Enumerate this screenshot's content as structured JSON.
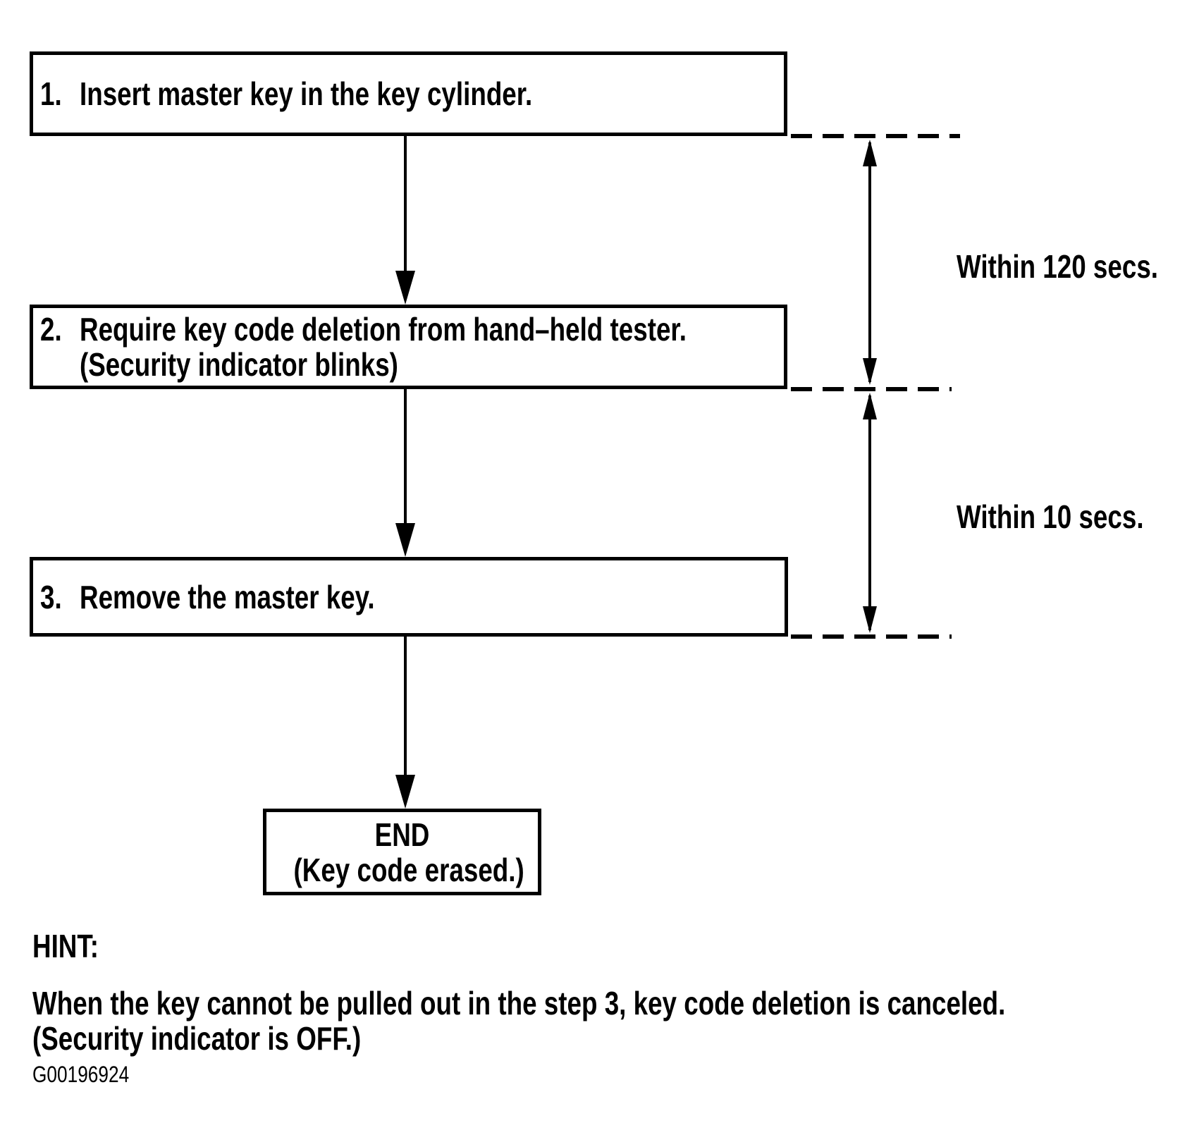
{
  "figure": {
    "steps": [
      {
        "number": "1.",
        "label": "Insert master key in the key cylinder."
      },
      {
        "number": "2.",
        "label": "Require key code deletion from hand–held tester.",
        "sublabel": "(Security indicator blinks)"
      },
      {
        "number": "3.",
        "label": "Remove the master key."
      }
    ],
    "end_box": {
      "title": "END",
      "subtitle": "(Key code erased.)"
    },
    "timing_labels": [
      {
        "label": "Within 120 secs."
      },
      {
        "label": "Within 10 secs."
      }
    ],
    "hint": {
      "heading": "HINT:",
      "body_line1": "When the key cannot be pulled out in the step 3, key code deletion is canceled.",
      "body_line2": "(Security indicator is OFF.)"
    },
    "figure_id": "G00196924",
    "colors": {
      "ink": "#000000",
      "paper": "#ffffff"
    }
  }
}
